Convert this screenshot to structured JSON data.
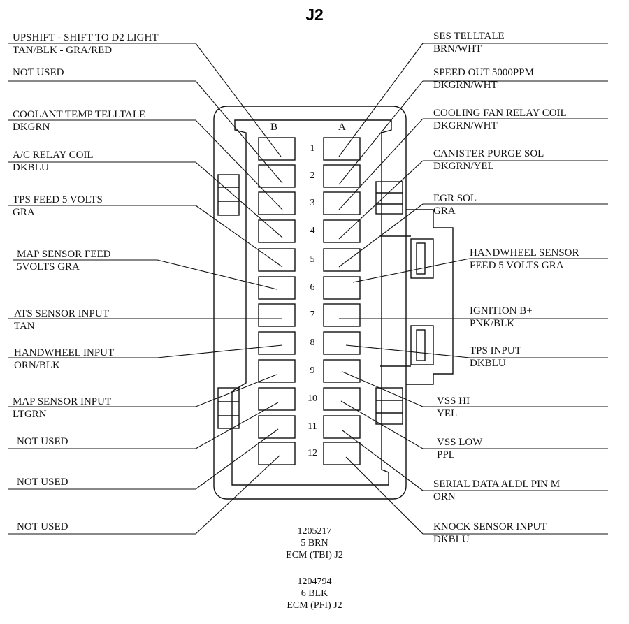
{
  "title": "J2",
  "columns": {
    "b": "B",
    "a": "A"
  },
  "pins": [
    "1",
    "2",
    "3",
    "4",
    "5",
    "6",
    "7",
    "8",
    "9",
    "10",
    "11",
    "12"
  ],
  "left_labels": [
    {
      "l1": "UPSHIFT - SHIFT TO D2 LIGHT",
      "l2": "TAN/BLK  -  GRA/RED"
    },
    {
      "l1": "NOT USED",
      "l2": ""
    },
    {
      "l1": "COOLANT TEMP TELLTALE",
      "l2": "DKGRN"
    },
    {
      "l1": "A/C RELAY COIL",
      "l2": "DKBLU"
    },
    {
      "l1": "TPS FEED 5 VOLTS",
      "l2": "GRA"
    },
    {
      "l1": "MAP SENSOR FEED",
      "l2": "5VOLTS  GRA"
    },
    {
      "l1": "ATS SENSOR  INPUT",
      "l2": "TAN"
    },
    {
      "l1": "HANDWHEEL  INPUT",
      "l2": "ORN/BLK"
    },
    {
      "l1": "MAP  SENSOR INPUT",
      "l2": "LTGRN"
    },
    {
      "l1": "NOT USED",
      "l2": ""
    },
    {
      "l1": "NOT USED",
      "l2": ""
    },
    {
      "l1": "NOT USED",
      "l2": ""
    }
  ],
  "right_labels": [
    {
      "l1": "SES TELLTALE",
      "l2": "BRN/WHT"
    },
    {
      "l1": "SPEED OUT  5000PPM",
      "l2": "DKGRN/WHT"
    },
    {
      "l1": "COOLING FAN RELAY COIL",
      "l2": "DKGRN/WHT"
    },
    {
      "l1": "CANISTER PURGE SOL",
      "l2": "DKGRN/YEL"
    },
    {
      "l1": "EGR SOL",
      "l2": "GRA"
    },
    {
      "l1": "HANDWHEEL SENSOR",
      "l2": "FEED 5 VOLTS   GRA"
    },
    {
      "l1": "IGNITION  B+",
      "l2": "PNK/BLK"
    },
    {
      "l1": "TPS INPUT",
      "l2": "DKBLU"
    },
    {
      "l1": "VSS HI",
      "l2": "YEL"
    },
    {
      "l1": "VSS LOW",
      "l2": "PPL"
    },
    {
      "l1": "SERIAL DATA  ALDL PIN M",
      "l2": "ORN"
    },
    {
      "l1": "KNOCK SENSOR INPUT",
      "l2": "DKBLU"
    }
  ],
  "part_info": [
    {
      "l1": "1205217",
      "l2": "5 BRN",
      "l3": "ECM (TBI) J2"
    },
    {
      "l1": "1204794",
      "l2": "6 BLK",
      "l3": "ECM (PFI) J2"
    }
  ]
}
